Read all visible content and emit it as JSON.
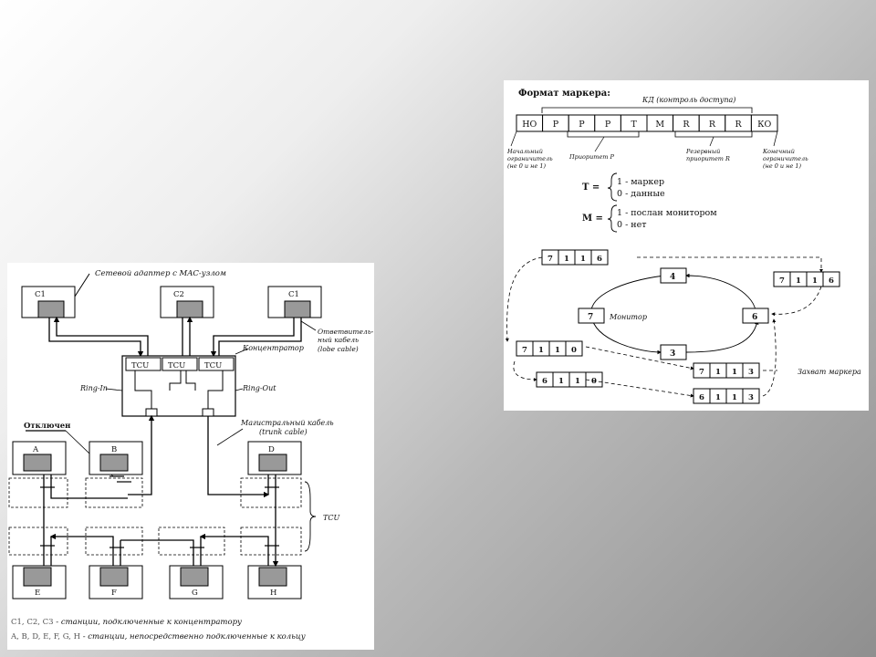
{
  "topology": {
    "adapter_label": "Сетевой адаптер с MAC-узлом",
    "hub_stations": [
      "С1",
      "С2",
      "С1"
    ],
    "tcu": [
      "TCU",
      "TCU",
      "TCU"
    ],
    "lobe_label_1": "Ответвитель-",
    "lobe_label_2": "ный кабель",
    "lobe_label_3": "(lobe cable)",
    "hub_label": "Концентратор",
    "ring_in": "Ring-In",
    "ring_out": "Ring-Out",
    "disconnected": "Отключен",
    "trunk_label_1": "Магистральный кабель",
    "trunk_label_2": "(trunk cable)",
    "tcu_group": "TCU",
    "ring_stations_top": [
      "A",
      "B",
      "D"
    ],
    "ring_stations_bottom": [
      "E",
      "F",
      "G",
      "H"
    ],
    "legend_1_key": "C1, C2, C3",
    "legend_1_text": " - станции, подключенные к концентратору",
    "legend_2_key": "A, B, D, E, F, G, H",
    "legend_2_text": " - станции, непосредственно подключенные к кольцу"
  },
  "token": {
    "title": "Формат маркера:",
    "ac_label": "КД (контроль доступа)",
    "fields": [
      "НО",
      "P",
      "P",
      "P",
      "T",
      "M",
      "R",
      "R",
      "R",
      "КО"
    ],
    "start_delim": [
      "Начальный",
      "ограничитель",
      "(не 0 и не 1)"
    ],
    "priority_p": "Приоритет P",
    "reserved_r": [
      "Резервный",
      "приоритет R"
    ],
    "end_delim": [
      "Конечный",
      "ограничитель",
      "(не 0 и не 1)"
    ],
    "t_label": "T =",
    "t_opt1": "1 - маркер",
    "t_opt2": "0 - данные",
    "m_label": "M =",
    "m_opt1": "1 - послан монитором",
    "m_opt2": "0 - нет",
    "nodes": [
      "4",
      "7",
      "6",
      "3"
    ],
    "monitor": "Монитор",
    "capture": "Захват маркера",
    "frames": {
      "f1": [
        "7",
        "1",
        "1",
        "6"
      ],
      "f2": [
        "7",
        "1",
        "1",
        "6"
      ],
      "f3": [
        "7",
        "1",
        "1",
        "0"
      ],
      "f4": [
        "7",
        "1",
        "1",
        "3"
      ],
      "f5": [
        "6",
        "1",
        "1",
        "0"
      ],
      "f6": [
        "6",
        "1",
        "1",
        "3"
      ]
    }
  }
}
